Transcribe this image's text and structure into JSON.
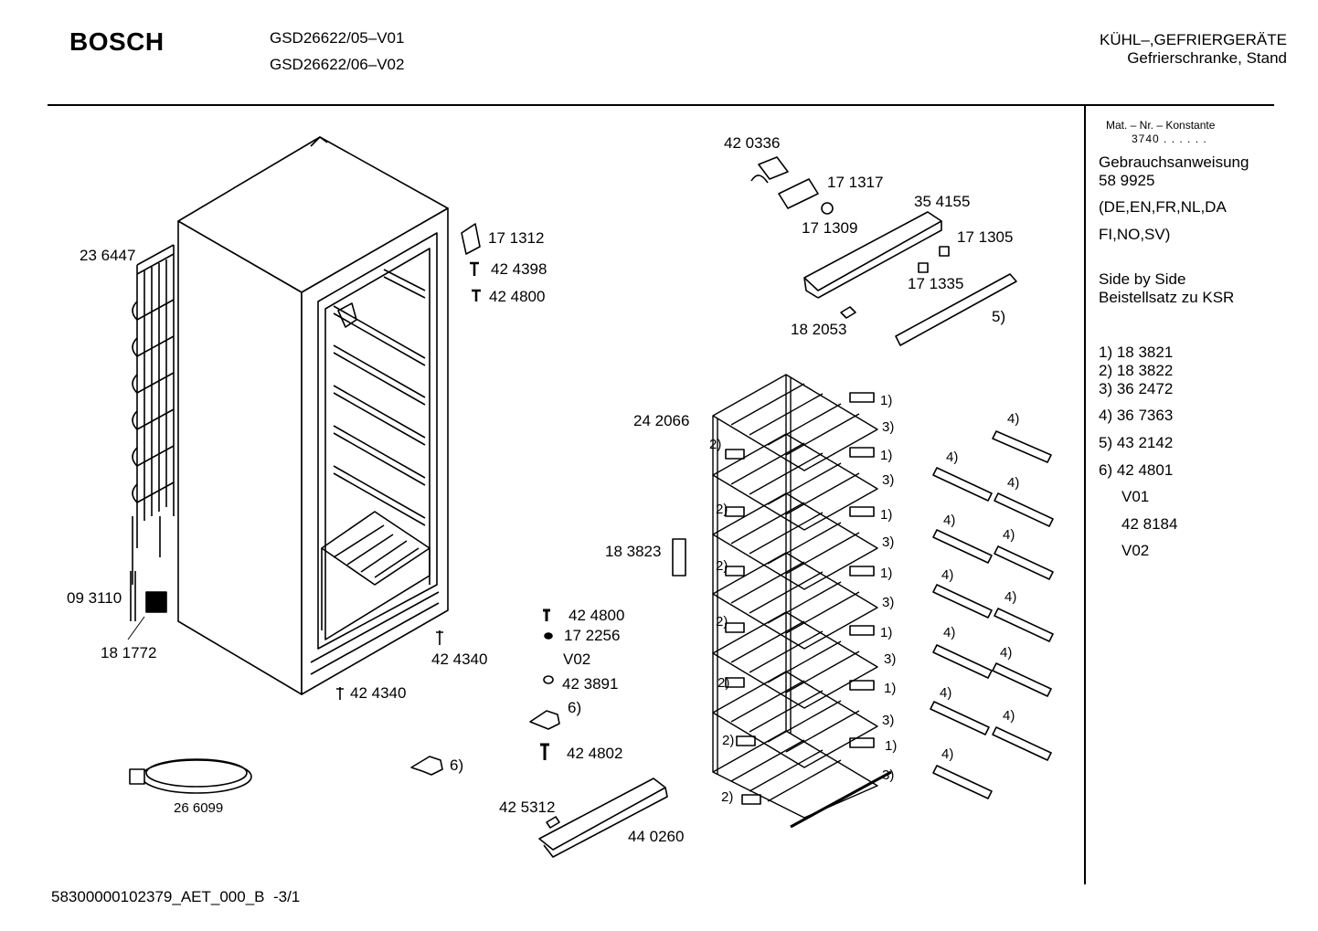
{
  "header": {
    "brand": "BOSCH",
    "models": [
      "GSD26622/05–V01",
      "GSD26622/06–V02"
    ],
    "category": "KÜHL–,GEFRIERGERÄTE",
    "subcategory": "Gefrierschranke, Stand"
  },
  "sidebar": {
    "constant_label": "Mat. – Nr. – Konstante",
    "constant_value": "3740 . . . . . .",
    "manual_title": "Gebrauchsanweisung",
    "manual_number": "58 9925",
    "languages_1": "(DE,EN,FR,NL,DA",
    "languages_2": "FI,NO,SV)",
    "side_by_side_1": "Side by Side",
    "side_by_side_2": "Beistellsatz zu KSR",
    "notes": [
      "1)  18 3821",
      "2)  18 3822",
      "3)  36 2472",
      "4)  36 7363",
      "5)  43 2142",
      "6)  42 4801"
    ],
    "variant_1": "V01",
    "variant_1_part": "42 8184",
    "variant_2": "V02"
  },
  "parts": {
    "p236447": "23 6447",
    "p093110": "09 3110",
    "p181772": "18 1772",
    "p266099": "26 6099",
    "p171312": "17 1312",
    "p424398": "42 4398",
    "p424800a": "42 4800",
    "p424340a": "42 4340",
    "p424340b": "42 4340",
    "p420336": "42 0336",
    "p171317": "17 1317",
    "p171309": "17 1309",
    "p354155": "35 4155",
    "p171305": "17 1305",
    "p171335": "17 1335",
    "p182053": "18 2053",
    "note5": "5)",
    "p242066": "24 2066",
    "p183823": "18 3823",
    "p424800b": "42 4800",
    "p172256": "17 2256",
    "v02": "V02",
    "p423891": "42 3891",
    "note6a": "6)",
    "p424802": "42 4802",
    "note6b": "6)",
    "p425312": "42 5312",
    "p440260": "44 0260"
  },
  "callouts": {
    "right_rack": [
      "1)",
      "3)",
      "1)",
      "3)",
      "1)",
      "3)",
      "1)",
      "3)",
      "1)",
      "3)",
      "1)",
      "3)",
      "1)",
      "3)"
    ],
    "left_rack": [
      "2)",
      "2)",
      "2)",
      "2)",
      "2)",
      "2)",
      "2)"
    ],
    "rails": [
      "4)",
      "4)",
      "4)",
      "4)",
      "4)",
      "4)",
      "4)",
      "4)",
      "4)",
      "4)",
      "4)",
      "4)"
    ]
  },
  "footer": {
    "doc_id": "58300000102379_AET_000_B",
    "page": "-3/1"
  }
}
